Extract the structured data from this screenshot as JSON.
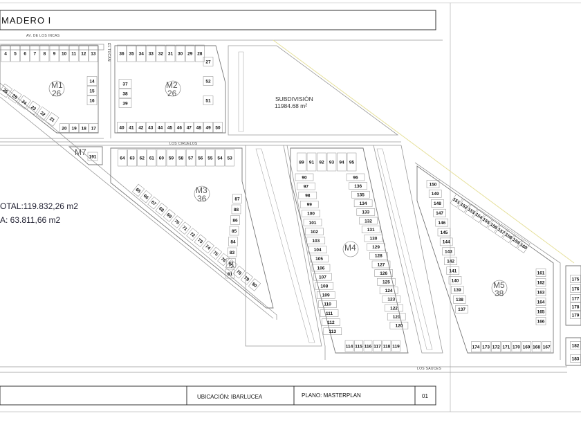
{
  "header": {
    "title": "MADERO  I"
  },
  "streets": {
    "incas": "AV. DE LOS INCAS",
    "tucan": "EL TUCAN",
    "ciruelos": "LOS CIRUELOS",
    "sauces": "LOS SAUCES"
  },
  "info": {
    "total": "OTAL:119.832,26 m2",
    "area": "A:  63.811,66 m2"
  },
  "subdivision": {
    "label": "SUBDIVISIÓN",
    "area": "11984.68  m²"
  },
  "blocks": {
    "m1": {
      "code": "M1",
      "count": "26"
    },
    "m2": {
      "code": "M2",
      "count": "26"
    },
    "m3": {
      "code": "M3",
      "count": "36"
    },
    "m4": {
      "code": "M4",
      "count": ""
    },
    "m5": {
      "code": "M5",
      "count": "38"
    },
    "m7": {
      "code": "M7",
      "count": ""
    }
  },
  "lots": {
    "m1_top": [
      "4",
      "5",
      "6",
      "7",
      "8",
      "9",
      "10",
      "11",
      "12",
      "13"
    ],
    "m1_left": [
      "26",
      "25",
      "24",
      "23",
      "22",
      "21"
    ],
    "m1_right": [
      "14",
      "15",
      "16"
    ],
    "m1_bottom": [
      "20",
      "19",
      "18",
      "17"
    ],
    "m2_top": [
      "36",
      "35",
      "34",
      "33",
      "32",
      "31",
      "30",
      "29",
      "28"
    ],
    "m2_left": [
      "37",
      "38",
      "39"
    ],
    "m2_right": [
      "27",
      "52",
      "51"
    ],
    "m2_bottom": [
      "40",
      "41",
      "42",
      "43",
      "44",
      "45",
      "46",
      "47",
      "48",
      "49",
      "50"
    ],
    "m7": [
      "191"
    ],
    "m3_top": [
      "64",
      "63",
      "62",
      "61",
      "60",
      "59",
      "58",
      "57",
      "56",
      "55",
      "54",
      "53"
    ],
    "m3_diag": [
      "65",
      "66",
      "67",
      "68",
      "69",
      "70",
      "71",
      "72",
      "73",
      "74",
      "75",
      "76",
      "77",
      "78",
      "79",
      "80"
    ],
    "m3_right": [
      "87",
      "88",
      "86",
      "85",
      "84",
      "83",
      "82",
      "81"
    ],
    "m4_top": [
      "89",
      "91",
      "92",
      "93",
      "94",
      "95"
    ],
    "m4_left": [
      "90",
      "97",
      "98",
      "99",
      "100",
      "101",
      "102",
      "103",
      "104",
      "105",
      "106",
      "107",
      "108",
      "109",
      "110",
      "111",
      "112",
      "113"
    ],
    "m4_right": [
      "96",
      "136",
      "135",
      "134",
      "133",
      "132",
      "131",
      "130",
      "129",
      "128",
      "127",
      "126",
      "125",
      "124",
      "123",
      "122",
      "121",
      "120"
    ],
    "m4_bottom": [
      "114",
      "115",
      "116",
      "117",
      "118",
      "119"
    ],
    "m5_left": [
      "150",
      "149",
      "148",
      "147",
      "146",
      "145",
      "144",
      "143",
      "142",
      "141",
      "140",
      "139",
      "138",
      "137"
    ],
    "m5_diag": [
      "151",
      "152",
      "153",
      "154",
      "155",
      "156",
      "157",
      "158",
      "159",
      "160"
    ],
    "m5_right": [
      "161",
      "162",
      "163",
      "164",
      "165",
      "166"
    ],
    "m5_bottom": [
      "174",
      "173",
      "172",
      "171",
      "170",
      "169",
      "168",
      "167"
    ],
    "edge": [
      "175",
      "176",
      "177",
      "178",
      "179",
      "182",
      "183"
    ]
  },
  "footer": {
    "location": "UBICACIÓN: IBARLUCEA",
    "plan": "PLANO: MASTERPLAN",
    "sheet": "01"
  }
}
